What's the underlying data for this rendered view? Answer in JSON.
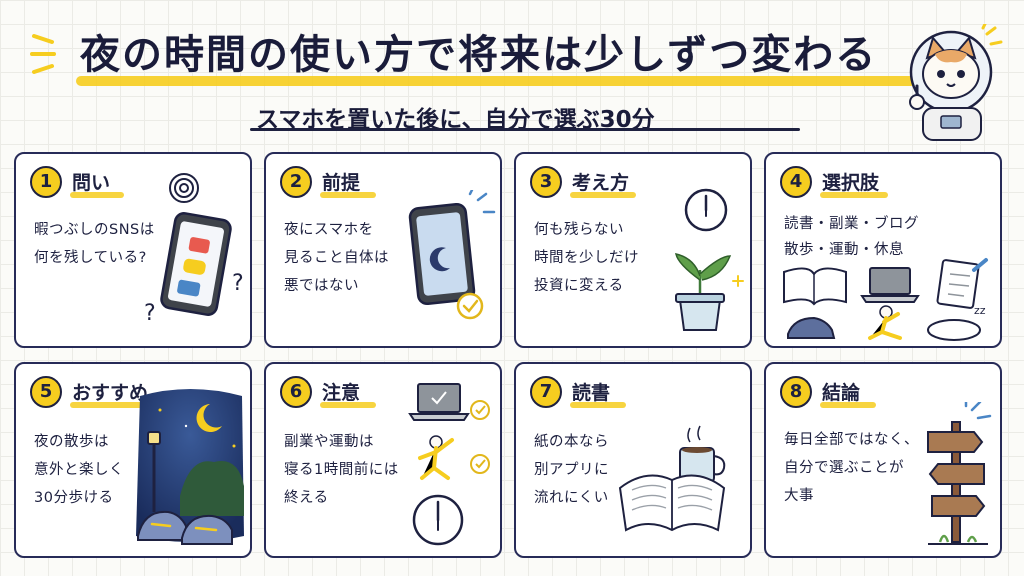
{
  "header": {
    "title": "夜の時間の使い方で将来は少しずつ変わる",
    "subtitle": "スマホを置いた後に、自分で選ぶ30分"
  },
  "colors": {
    "accent": "#f6cd1f",
    "ink": "#1e2140",
    "border": "#272b58",
    "check": "#e2b71c"
  },
  "cards": [
    {
      "number": "1",
      "title": "問い",
      "lines": [
        "暇つぶしのSNSは",
        "何を残している?"
      ],
      "icon": "phone-with-question-marks"
    },
    {
      "number": "2",
      "title": "前提",
      "lines": [
        "夜にスマホを",
        "見ること自体は",
        "悪ではない"
      ],
      "icon": "phone-moon-check"
    },
    {
      "number": "3",
      "title": "考え方",
      "lines": [
        "何も残らない",
        "時間を少しだけ",
        "投資に変える"
      ],
      "icon": "clock-and-plant"
    },
    {
      "number": "4",
      "title": "選択肢",
      "lines": [
        "読書・副業・ブログ",
        "散歩・運動・休息"
      ],
      "icon": "book-laptop-notebook-shoes-stretch-pillow"
    },
    {
      "number": "5",
      "title": "おすすめ",
      "lines": [
        "夜の散歩は",
        "意外と楽しく",
        "30分歩ける"
      ],
      "icon": "night-walk-shoes"
    },
    {
      "number": "6",
      "title": "注意",
      "lines": [
        "副業や運動は",
        "寝る1時間前には",
        "終える"
      ],
      "icon": "laptop-exercise-clock"
    },
    {
      "number": "7",
      "title": "読書",
      "lines": [
        "紙の本なら",
        "別アプリに",
        "流れにくい"
      ],
      "icon": "open-book-coffee"
    },
    {
      "number": "8",
      "title": "結論",
      "lines": [
        "毎日全部ではなく、",
        "自分で選ぶことが",
        "大事"
      ],
      "icon": "signpost"
    }
  ]
}
